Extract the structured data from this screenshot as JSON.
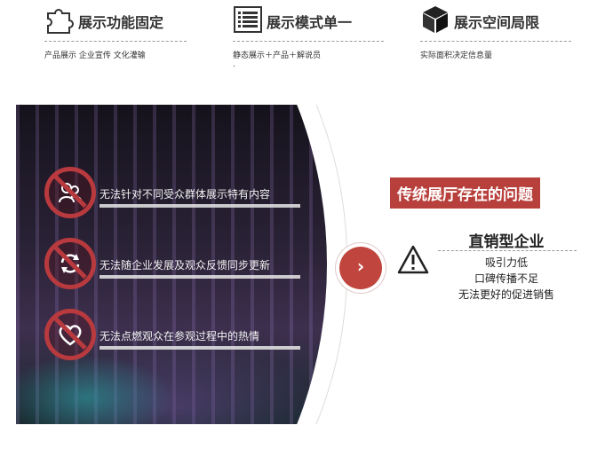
{
  "features": [
    {
      "title": "展示功能固定",
      "subtitle": "产品展示   企业宣传   文化灌输",
      "icon": "puzzle-icon"
    },
    {
      "title": "展示模式单一",
      "subtitle": "静态展示＋产品＋解说员",
      "extra": ".",
      "icon": "list-icon"
    },
    {
      "title": "展示空间局限",
      "subtitle": "实际面积决定信息量",
      "icon": "cube-icon"
    }
  ],
  "issues": [
    {
      "text": "无法针对不同受众群体展示特有内容",
      "icon": "people-icon"
    },
    {
      "text": "无法随企业发展及观众反馈同步更新",
      "icon": "refresh-icon"
    },
    {
      "text": "无法点燃观众在参观过程中的热情",
      "icon": "heart-icon"
    }
  ],
  "problem": {
    "title": "传统展厅存在的问题",
    "arrow": "›",
    "enterprise": {
      "title": "直销型企业",
      "items": [
        "吸引力低",
        "口碑传播不足",
        "无法更好的促进销售"
      ],
      "icon": "warning-icon"
    }
  },
  "colors": {
    "accent": "#b8403c",
    "dark_bg": "#2a2236"
  }
}
